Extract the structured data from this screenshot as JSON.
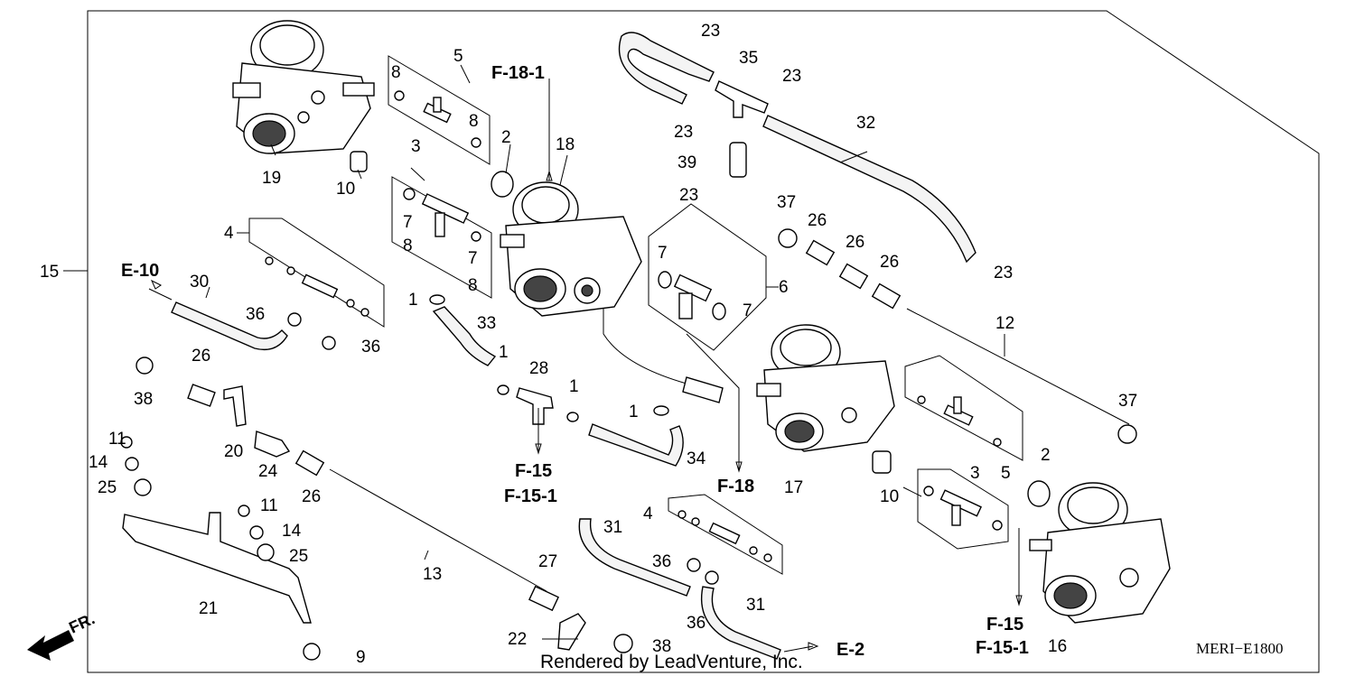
{
  "diagram_code": "MERI−E1800",
  "watermark": "Rendered by LeadVenture, Inc.",
  "direction_label": "FR.",
  "callouts": {
    "c1a": "1",
    "c1b": "1",
    "c1c": "1",
    "c1d": "1",
    "c2a": "2",
    "c2b": "2",
    "c3a": "3",
    "c3b": "3",
    "c4a": "4",
    "c4b": "4",
    "c5a": "5",
    "c5b": "5",
    "c6": "6",
    "c7a": "7",
    "c7b": "7",
    "c7c": "7",
    "c7d": "7",
    "c8a": "8",
    "c8b": "8",
    "c8c": "8",
    "c8d": "8",
    "c9": "9",
    "c10a": "10",
    "c10b": "10",
    "c11a": "11",
    "c11b": "11",
    "c12": "12",
    "c13": "13",
    "c14a": "14",
    "c14b": "14",
    "c15": "15",
    "c16": "16",
    "c17": "17",
    "c18": "18",
    "c19": "19",
    "c20": "20",
    "c21": "21",
    "c22": "22",
    "c23a": "23",
    "c23b": "23",
    "c23c": "23",
    "c23d": "23",
    "c23e": "23",
    "c24": "24",
    "c25a": "25",
    "c25b": "25",
    "c26a": "26",
    "c26b": "26",
    "c26c": "26",
    "c26d": "26",
    "c26e": "26",
    "c27": "27",
    "c28": "28",
    "c30": "30",
    "c31a": "31",
    "c31b": "31",
    "c32": "32",
    "c33": "33",
    "c34": "34",
    "c35": "35",
    "c36a": "36",
    "c36b": "36",
    "c36c": "36",
    "c36d": "36",
    "c37a": "37",
    "c37b": "37",
    "c38a": "38",
    "c38b": "38",
    "c39": "39"
  },
  "references": {
    "f18_1": "F-18-1",
    "e10": "E-10",
    "f15_a": "F-15",
    "f15_1_a": "F-15-1",
    "f18": "F-18",
    "e2": "E-2",
    "f15_b": "F-15",
    "f15_1_b": "F-15-1"
  }
}
